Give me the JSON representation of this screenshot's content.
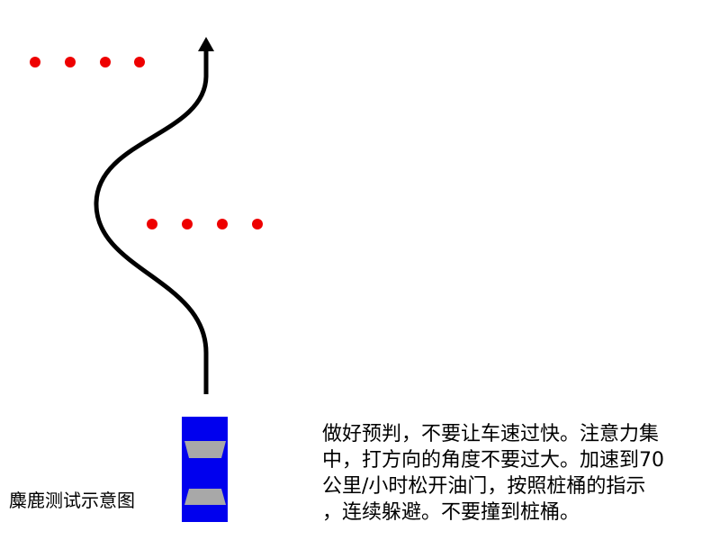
{
  "colors": {
    "background": "#ffffff",
    "cone_dot": "#ee0000",
    "path_line": "#000000",
    "car_body": "#0000ee",
    "car_window": "#a8a8a8",
    "text": "#000000"
  },
  "caption": "麋鹿测试示意图",
  "instructions": {
    "lines": [
      "做好预判，不要让车速过快。注意力集",
      "中，打方向的角度不要过大。加速到70",
      "公里/小时松开油门，按照桩桶的指示",
      "，连续躲避。不要撞到桩桶。"
    ]
  },
  "diagram": {
    "cone_rows": [
      {
        "name": "upper-left-cones",
        "count": 4
      },
      {
        "name": "middle-right-cones",
        "count": 4
      }
    ],
    "path_icon": "s-curve-arrow-icon",
    "car_icon": "car-top-view-icon"
  }
}
